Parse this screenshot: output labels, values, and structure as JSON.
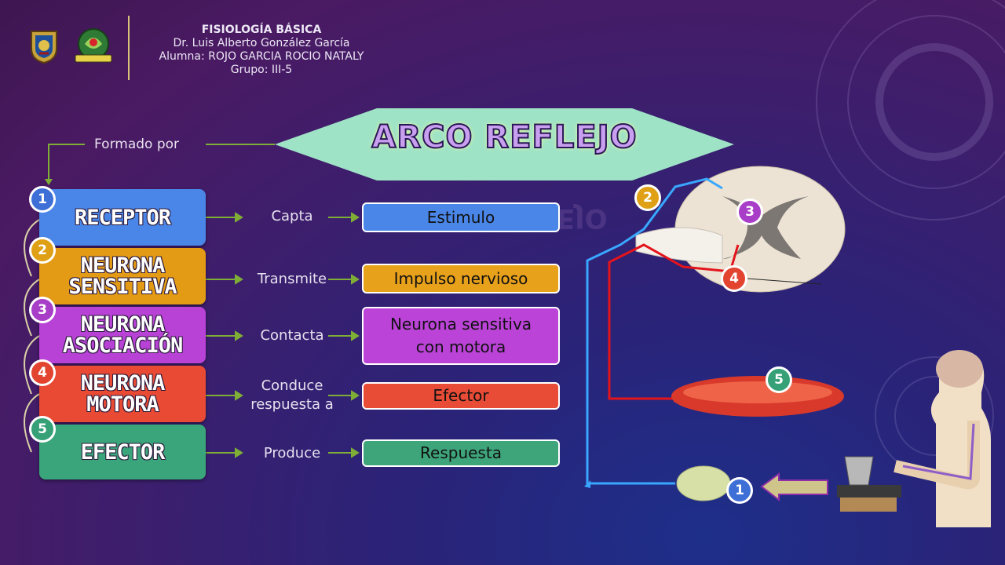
{
  "header": {
    "course": "FISIOLOGÍA BÁSICA",
    "teacher": "Dr. Luis Alberto González García",
    "student": "Alumna: ROJO GARCIA ROCIO NATALY",
    "group": "Grupo: III-5"
  },
  "title": "ARCO REFLEJO",
  "formed_by": "Formado por",
  "components": [
    {
      "num": "1",
      "name_l1": "RECEPTOR",
      "name_l2": "",
      "verb": "Capta",
      "result_l1": "Estimulo",
      "result_l2": "",
      "color": "#4a86e8",
      "num_color": "#3d6fd6",
      "result_color": "#4a86e8"
    },
    {
      "num": "2",
      "name_l1": "NEURONA",
      "name_l2": "SENSITIVA",
      "verb": "Transmite",
      "result_l1": "Impulso nervioso",
      "result_l2": "",
      "color": "#e39a14",
      "num_color": "#dfa016",
      "result_color": "#e7a11b"
    },
    {
      "num": "3",
      "name_l1": "NEURONA",
      "name_l2": "ASOCIACIÓN",
      "verb": "Contacta",
      "result_l1": "Neurona sensitiva",
      "result_l2": "con motora",
      "color": "#b841d6",
      "num_color": "#a83ec8",
      "result_color": "#bb43d8"
    },
    {
      "num": "4",
      "name_l1": "NEURONA",
      "name_l2": "MOTORA",
      "verb_l1": "Conduce",
      "verb_l2": "respuesta a",
      "result_l1": "Efector",
      "result_l2": "",
      "color": "#e84a34",
      "num_color": "#e2442f",
      "result_color": "#e84c37"
    },
    {
      "num": "5",
      "name_l1": "EFECTOR",
      "name_l2": "",
      "verb": "Produce",
      "result_l1": "Respuesta",
      "result_l2": "",
      "color": "#3aa57a",
      "num_color": "#36a077",
      "result_color": "#3ea57b"
    }
  ],
  "diagram_labels": {
    "n1": "1",
    "n2": "2",
    "n3": "3",
    "n4": "4",
    "n5": "5"
  },
  "colors": {
    "title_shape": "#9fe3c6",
    "sensory_path": "#39a7ff",
    "motor_path": "#e3141b",
    "line": "#7fae36"
  }
}
